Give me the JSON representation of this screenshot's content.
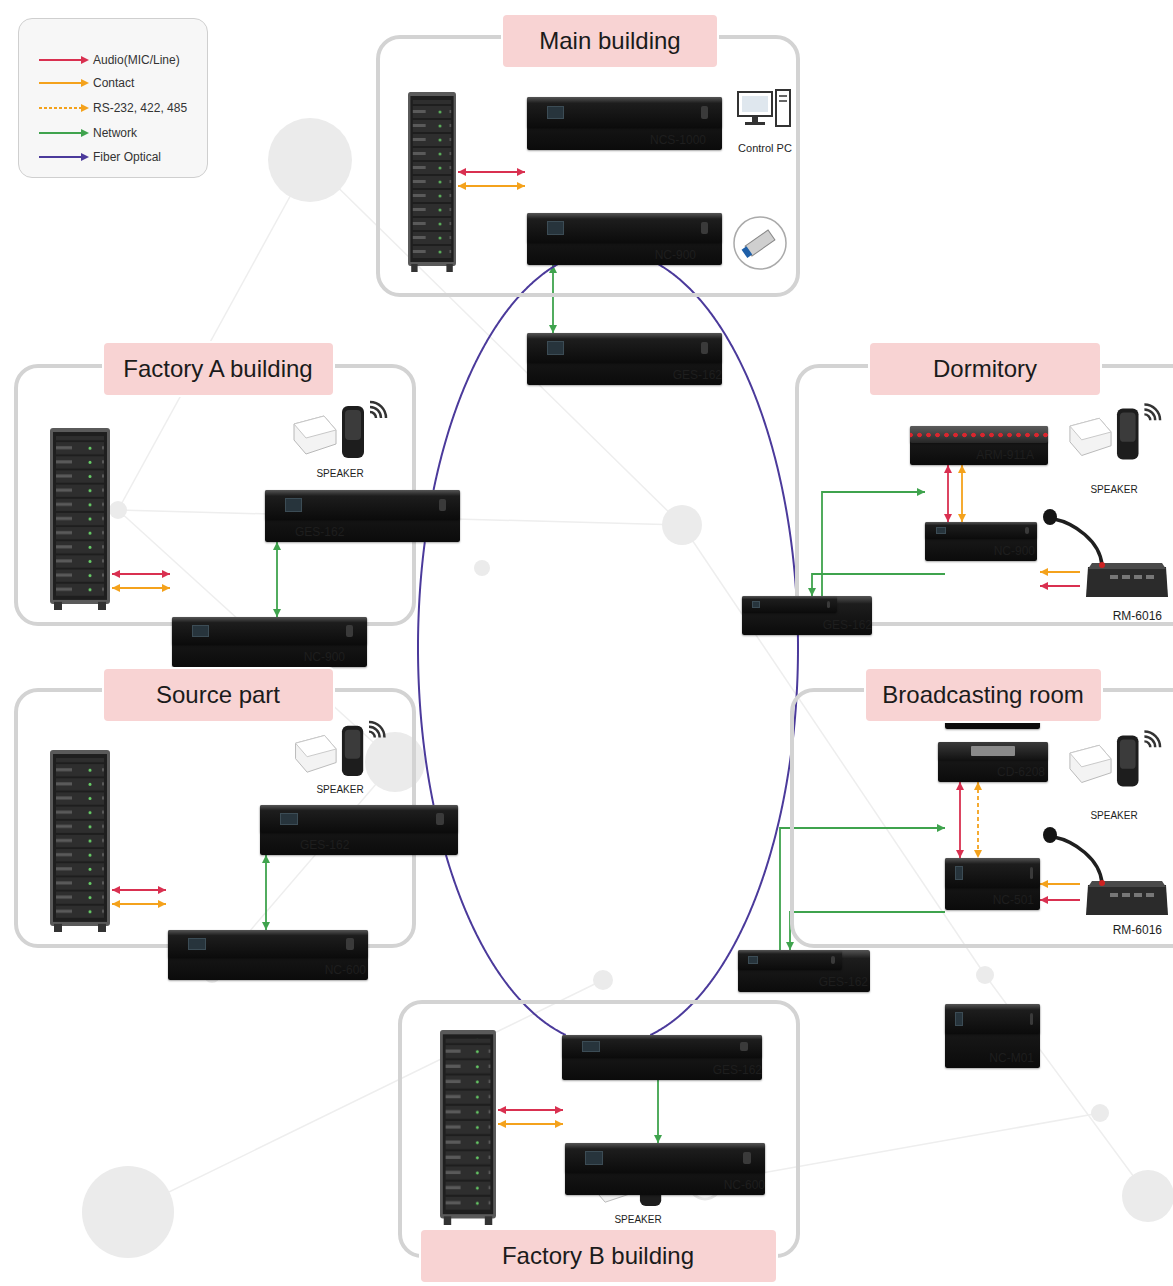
{
  "diagram": {
    "nodes": [
      {
        "text": [
          "Main building"
        ]
      },
      {
        "text": [
          "NCS-1000"
        ],
        "in": 0
      },
      {
        "text": [
          "Control PC"
        ],
        "in": 0
      },
      {
        "text": [
          "NC-900"
        ],
        "in": 0
      },
      {
        "text": [
          "GES-162"
        ],
        "in": 0
      },
      {
        "text": [
          "Factory A building"
        ]
      },
      {
        "text": [
          "SPEAKER"
        ],
        "in": 5
      },
      {
        "text": [
          "GES-162"
        ],
        "in": 5
      },
      {
        "text": [
          "NC-900"
        ],
        "in": 5
      },
      {
        "text": [
          "Dormitory"
        ]
      },
      {
        "text": [
          "ARM-911A"
        ],
        "in": 9
      },
      {
        "text": [
          "SPEAKER"
        ],
        "in": 9
      },
      {
        "text": [
          "NC-900"
        ],
        "in": 9
      },
      {
        "text": [
          "GES-162"
        ],
        "in": 9
      },
      {
        "text": [
          "NC-M01"
        ],
        "in": 9
      },
      {
        "text": [
          "RM-6016"
        ],
        "in": 9
      },
      {
        "text": [
          "Source part"
        ]
      },
      {
        "text": [
          "SPEAKER"
        ],
        "in": 16
      },
      {
        "text": [
          "GES-162"
        ],
        "in": 16
      },
      {
        "text": [
          "NC-600"
        ],
        "in": 16
      },
      {
        "text": [
          "Broadcasting room"
        ]
      },
      {
        "text": [
          "CD-6208"
        ],
        "in": 20
      },
      {
        "text": [
          "SPEAKER"
        ],
        "in": 20
      },
      {
        "text": [
          "NC-501"
        ],
        "in": 20
      },
      {
        "text": [
          "GES-162"
        ],
        "in": 20
      },
      {
        "text": [
          "NC-M01"
        ],
        "in": 20
      },
      {
        "text": [
          "RM-6016"
        ],
        "in": 20
      },
      {
        "text": [
          "Factory B building"
        ]
      },
      {
        "text": [
          "GES-162"
        ],
        "in": 27
      },
      {
        "text": [
          "NC-600"
        ],
        "in": 27
      },
      {
        "text": [
          "SPEAKER"
        ],
        "in": 27
      }
    ],
    "edges": [
      {
        "from": 3,
        "to": 4,
        "arrow": "both"
      },
      {
        "from": 7,
        "to": 8,
        "arrow": "both"
      },
      {
        "from": 13,
        "to": 12,
        "arrow": "to"
      },
      {
        "from": 14,
        "to": 13,
        "arrow": "to"
      },
      {
        "from": 10,
        "to": 12,
        "arrow": "both"
      },
      {
        "from": 10,
        "to": 12,
        "arrow": "both"
      },
      {
        "from": 15,
        "to": 14,
        "arrow": "to"
      },
      {
        "from": 15,
        "to": 14,
        "arrow": "to"
      },
      {
        "from": 18,
        "to": 19,
        "arrow": "both"
      },
      {
        "from": 21,
        "to": 23,
        "arrow": "both"
      },
      {
        "from": 21,
        "to": 23,
        "arrow": "both"
      },
      {
        "from": 24,
        "to": 23,
        "arrow": "to"
      },
      {
        "from": 25,
        "to": 24,
        "arrow": "to"
      },
      {
        "from": 26,
        "to": 25,
        "arrow": "to"
      },
      {
        "from": 26,
        "to": 25,
        "arrow": "to"
      },
      {
        "from": 28,
        "to": 29,
        "arrow": "to"
      },
      {
        "from": 4,
        "to": 7,
        "arrow": "none"
      },
      {
        "from": 7,
        "to": 18,
        "arrow": "none"
      },
      {
        "from": 18,
        "to": 28,
        "arrow": "none"
      },
      {
        "from": 28,
        "to": 24,
        "arrow": "none"
      },
      {
        "from": 24,
        "to": 13,
        "arrow": "none"
      },
      {
        "from": 13,
        "to": 4,
        "arrow": "none"
      }
    ],
    "legend": [
      {
        "text": "Audio(MIC/Line)"
      },
      {
        "text": "Contact"
      },
      {
        "text": "RS-232, 422, 485"
      },
      {
        "text": "Network"
      },
      {
        "text": "Fiber Optical"
      }
    ]
  }
}
